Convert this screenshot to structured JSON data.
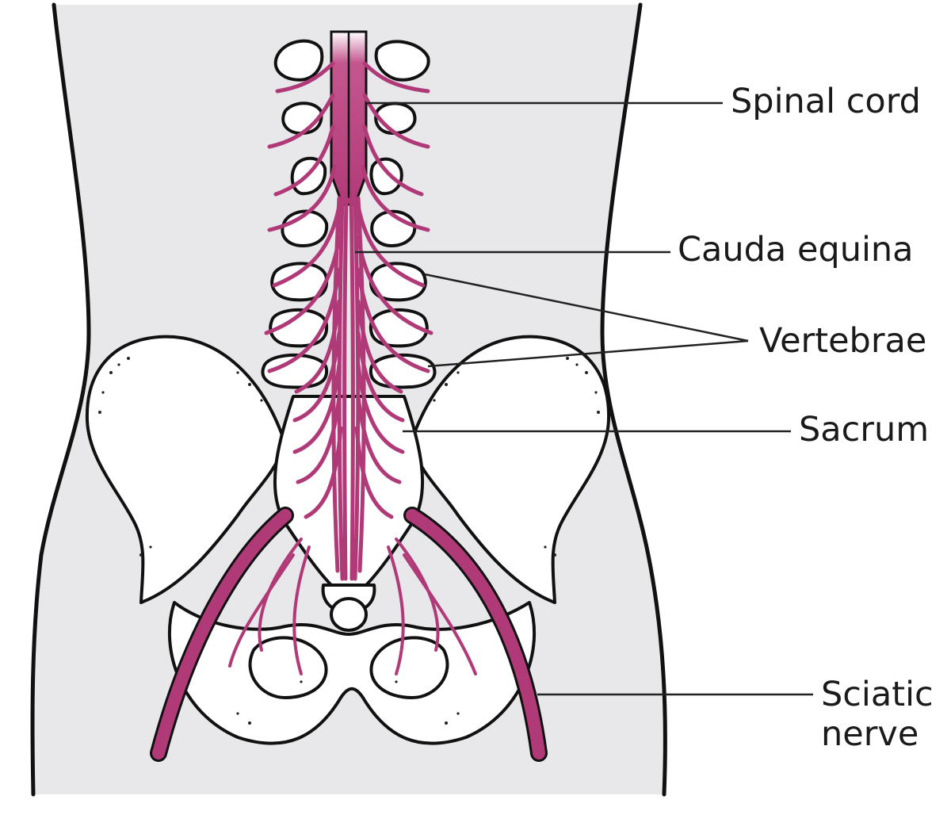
{
  "labels": {
    "spinal_cord": "Spinal cord",
    "cauda_equina": "Cauda equina",
    "vertebrae": "Vertebrae",
    "sacrum": "Sacrum",
    "sciatic_line1": "Sciatic",
    "sciatic_line2": "nerve"
  },
  "colors": {
    "background": "#ffffff",
    "body_fill": "#e8e8ea",
    "bone_fill": "#ffffff",
    "outline": "#111111",
    "nerve": "#b03a78",
    "nerve_dark": "#8e2660",
    "leader_line": "#222222"
  }
}
